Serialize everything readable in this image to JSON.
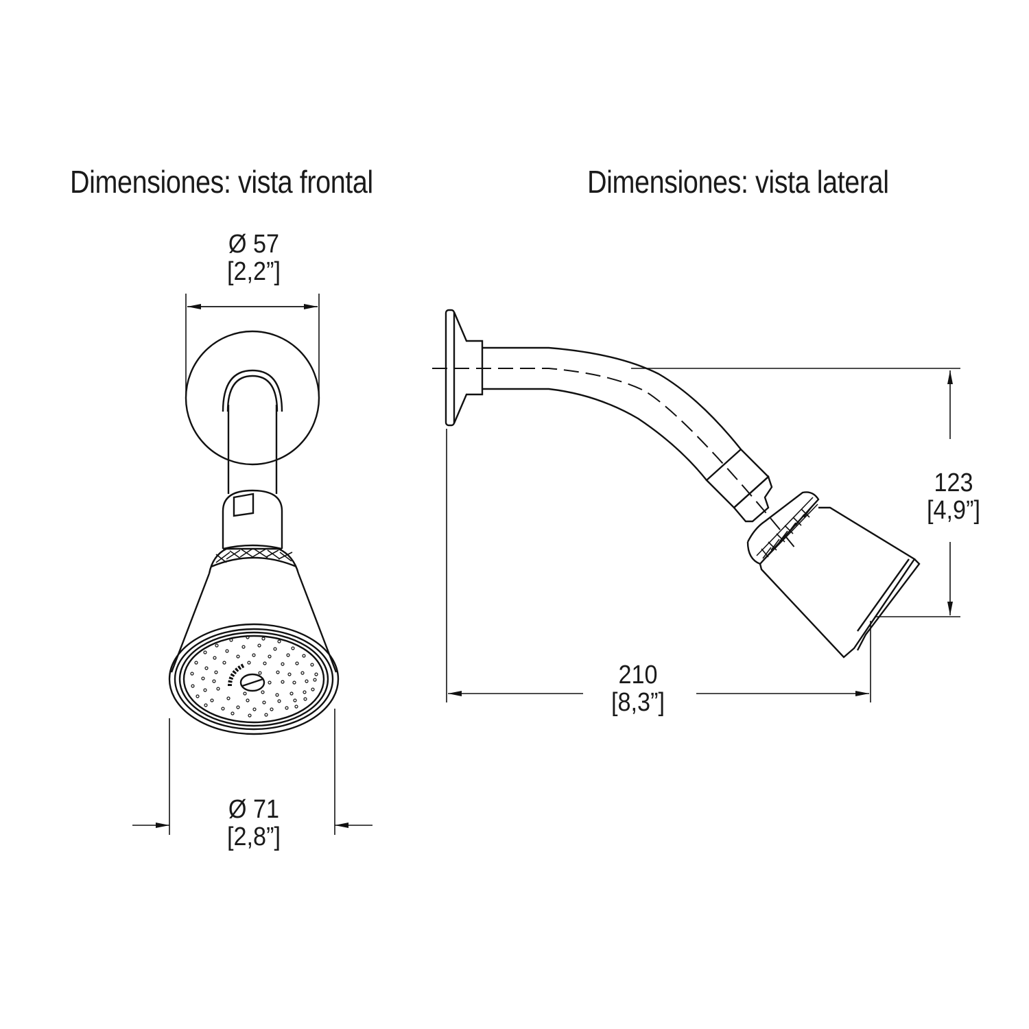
{
  "front_view": {
    "title": "Dimensiones: vista frontal",
    "flange_diameter": {
      "symbol": "Ø",
      "mm": "Ø 57",
      "inch": "[2,2”]"
    },
    "head_diameter": {
      "symbol": "Ø",
      "mm": "Ø 71",
      "inch": "[2,8”]"
    }
  },
  "side_view": {
    "title": "Dimensiones: vista lateral",
    "height": {
      "mm": "123",
      "inch": "[4,9”]"
    },
    "projection": {
      "mm": "210",
      "inch": "[8,3”]"
    }
  },
  "colors": {
    "line": "#111111",
    "background": "#ffffff"
  }
}
